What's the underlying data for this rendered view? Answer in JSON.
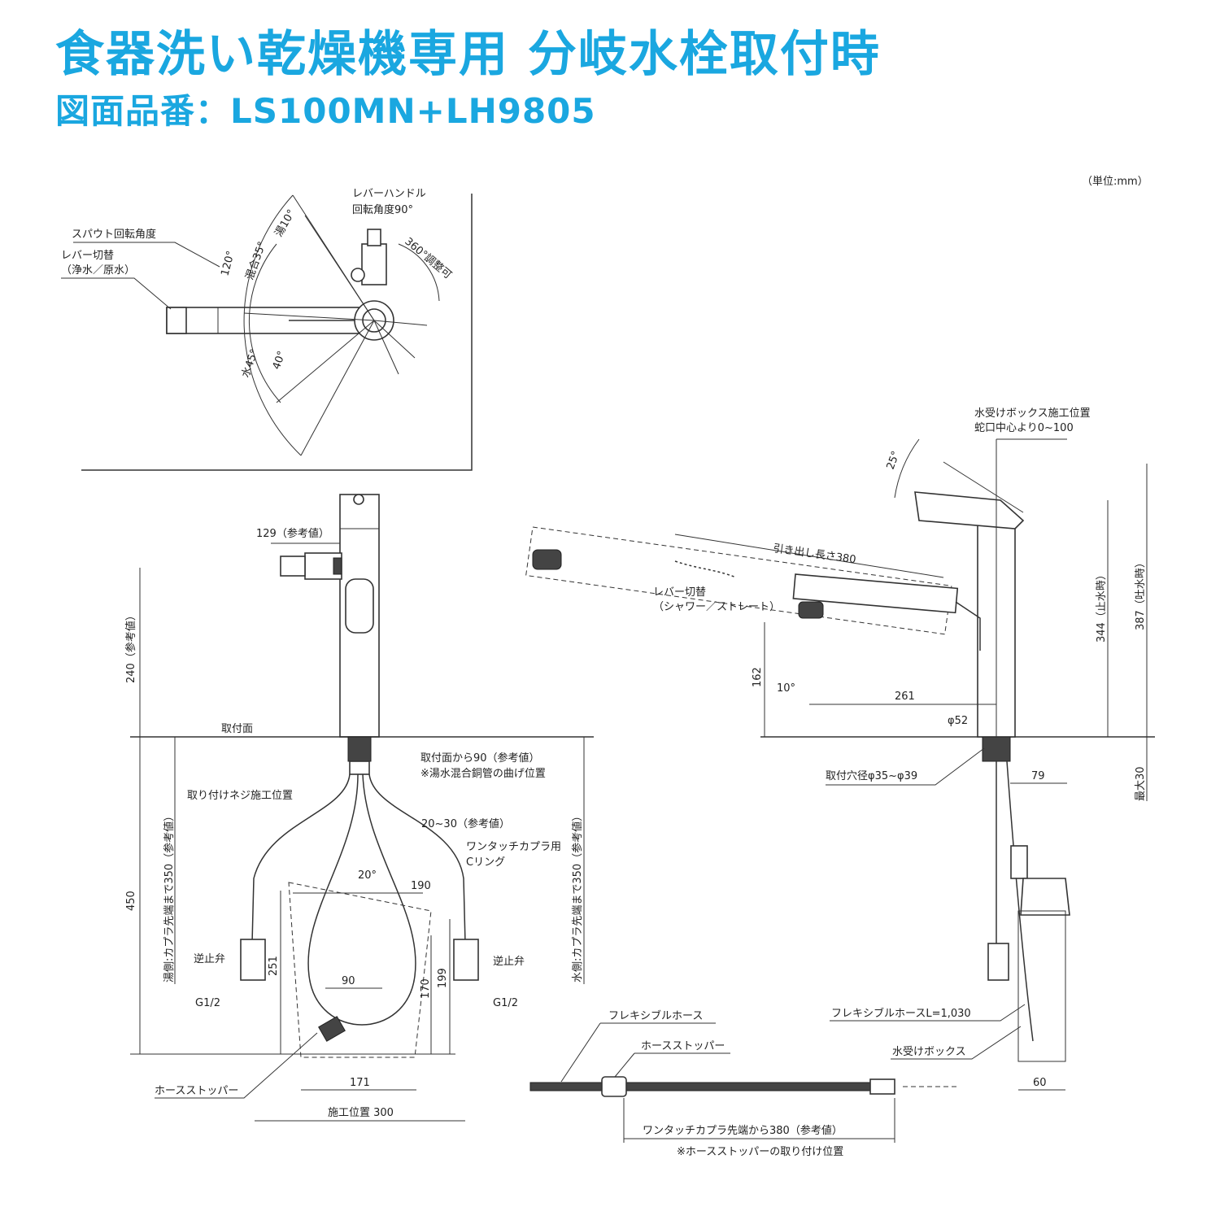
{
  "header": {
    "title": "食器洗い乾燥機専用 分岐水栓取付時",
    "subtitle": "図面品番：LS100MN+LH9805",
    "accent_color": "#1aa7e0",
    "unit": "（単位:mm）"
  },
  "top_view": {
    "lever_handle": "レバーハンドル",
    "lever_angle": "回転角度90°",
    "spout_rotation": "スパウト回転角度",
    "lever_switch": "レバー切替",
    "lever_switch_sub": "（浄水／原水）",
    "angle_120": "120°",
    "angle_mix": "混合35°",
    "angle_hot": "湯10°",
    "angle_360": "360°調整可",
    "angle_water": "水45°",
    "angle_40": "40°"
  },
  "front_view": {
    "dim_129": "129（参考値）",
    "dim_240": "240（参考値）",
    "mount_surface": "取付面",
    "dim_450": "450",
    "bend_note1": "取付面から90（参考値）",
    "bend_note2": "※湯水混合銅管の曲げ位置",
    "screw_pos": "取り付けネジ施工位置",
    "dim_20_30": "20~30（参考値）",
    "coupler1": "ワンタッチカプラ用",
    "coupler2": "Cリング",
    "angle_20": "20°",
    "dim_190": "190",
    "hot_side": "湯側:カプラ先端まで350（参考値）",
    "water_side": "水側:カプラ先端まで350（参考値）",
    "check_valve_l": "逆止弁",
    "check_valve_r": "逆止弁",
    "g_left": "G1/2",
    "g_right": "G1/2",
    "dim_251": "251",
    "dim_199": "199",
    "dim_170": "170",
    "dim_90": "90",
    "dim_171": "171",
    "work_pos": "施工位置 300",
    "hose_stopper": "ホースストッパー"
  },
  "side_view": {
    "box_pos1": "水受けボックス施工位置",
    "box_pos2": "蛇口中心より0~100",
    "angle_25": "25°",
    "pull_len": "引き出し長さ380",
    "lever_sw": "レバー切替",
    "lever_sw_sub": "（シャワー／ストレート）",
    "dim_344": "344（止水時）",
    "dim_387": "387（吐水時）",
    "dim_162": "162",
    "angle_10": "10°",
    "dim_261": "261",
    "dia_52": "φ52",
    "hole": "取付穴径φ35~φ39",
    "dim_79": "79",
    "max_30": "最大30",
    "flex_len": "フレキシブルホースL=1,030",
    "water_box": "水受けボックス",
    "dim_60": "60"
  },
  "hose_view": {
    "flex_hose": "フレキシブルホース",
    "hose_stopper": "ホースストッパー",
    "dim_380": "ワンタッチカプラ先端から380（参考値）",
    "note": "※ホースストッパーの取り付け位置"
  }
}
